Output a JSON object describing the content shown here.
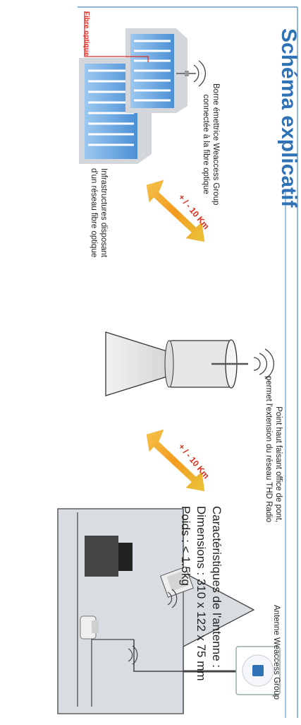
{
  "title": "Schéma explicatif",
  "fibre_label": "Fibre optique",
  "borne_label": [
    "Borne émettrice Weaccess Group",
    "connectée à la fibre optique"
  ],
  "infra_label": [
    "Infrastructures disposant",
    "d'un réseau fibre optique"
  ],
  "distance_1": "+ / - 10 Km",
  "distance_2": "+ / - 10 Km",
  "point_haut_label": [
    "Point haut faisant office de pont,",
    "permet l'extension du réseau THD Radio"
  ],
  "antenne_label": "Antenne Weaccess Group",
  "characteristics": {
    "heading": "Caractéristiques de l'antenne :",
    "dimensions": "Dimensions : 310 x 122 x 75 mm",
    "weight": "Poids : < 1.5kg"
  },
  "colors": {
    "accent": "#2f72b6",
    "arrow": "#f4a623",
    "fibre": "#e0302a"
  }
}
